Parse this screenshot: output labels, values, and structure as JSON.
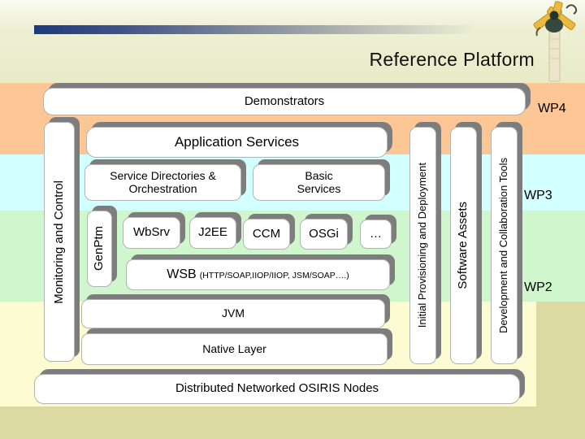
{
  "title": "Reference Platform",
  "wp_labels": {
    "wp4": "WP4",
    "wp3": "WP3",
    "wp2": "WP2"
  },
  "boxes": {
    "demonstrators": "Demonstrators",
    "application_services": "Application Services",
    "service_directories": {
      "line1": "Service Directories &",
      "line2": "Orchestration"
    },
    "basic_services": {
      "line1": "Basic",
      "line2": "Services"
    },
    "gen_ptm": "GenPtm",
    "containers": [
      "WbSrv",
      "J2EE",
      "CCM",
      "OSGi",
      "…"
    ],
    "wsb": {
      "main": "WSB",
      "detail": "(HTTP/SOAP,IIOP/IIOP, JSM/SOAP….)"
    },
    "jvm": "JVM",
    "native_layer": "Native Layer",
    "distributed_nodes": "Distributed Networked OSIRIS Nodes"
  },
  "side_bars": {
    "monitoring": "Monitoring and Control",
    "provisioning": "Initial Provisioning and Deployment",
    "software_assets": "Software Assets",
    "dev_collab_tools": "Development and Collaboration Tools"
  },
  "colors": {
    "band-orange": "#fcc794",
    "band-cyan": "#d2ffff",
    "band-green": "#d0f6ce",
    "band-yellow": "#fdfbd1",
    "band-khaki": "#ddd9a2",
    "header-bg": "#e7ebc6",
    "shadow-gray": "#7d7d7d",
    "accent-blue": "#1d3b7c"
  }
}
